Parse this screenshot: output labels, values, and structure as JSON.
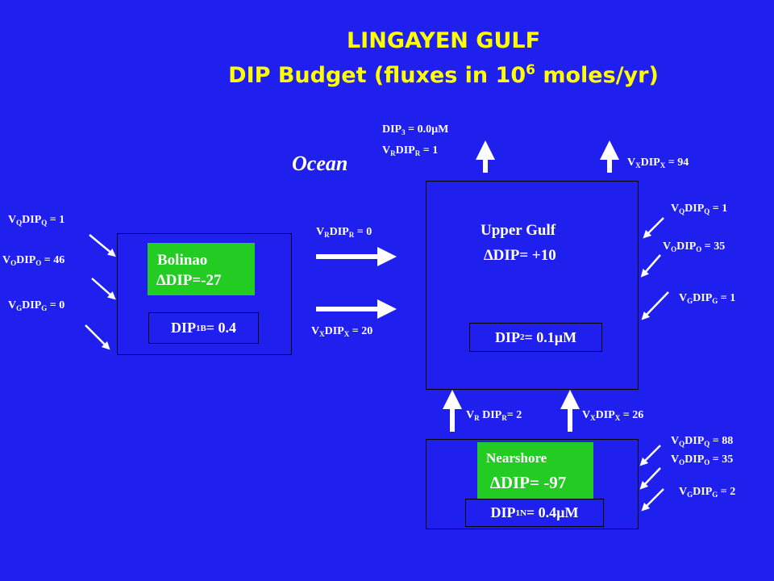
{
  "title": {
    "line1": "LINGAYEN GULF",
    "line2_prefix": "DIP Budget (fluxes in 10",
    "line2_sup": "6",
    "line2_suffix": " moles/yr)"
  },
  "ocean_label": "Ocean",
  "bolinao": {
    "name": "Bolinao",
    "delta": "∆DIP=-27",
    "dip_label": "DIP",
    "dip_sub": "1B",
    "dip_value": " = 0.4",
    "inputs": [
      {
        "v": "V",
        "vs": "Q",
        "d": "DIP",
        "ds": "Q",
        "val": " = 1"
      },
      {
        "v": "V",
        "vs": "O",
        "d": "DIP",
        "ds": "O",
        "val": " = 46"
      },
      {
        "v": "V",
        "vs": "G",
        "d": "DIP",
        "ds": "G",
        "val": " = 0"
      }
    ]
  },
  "exchange_bolinao": {
    "vr": {
      "v": "V",
      "vs": "R",
      "d": "DIP",
      "ds": "R",
      "val": " = 0"
    },
    "vx": {
      "v": "V",
      "vs": "X",
      "d": "DIP",
      "ds": "X",
      "val": " = 20"
    }
  },
  "upper_gulf": {
    "name": "Upper Gulf",
    "delta": "∆DIP= +10",
    "dip_label": "DIP",
    "dip_sub": "2",
    "dip_value": " = 0.1µM",
    "ocean_dip": {
      "d": "DIP",
      "ds": "3",
      "val": " = 0.0µM"
    },
    "out_r": {
      "v": "V",
      "vs": "R",
      "d": "DIP",
      "ds": "R",
      "val": " = 1"
    },
    "out_x": {
      "v": "V",
      "vs": "X",
      "d": "DIP",
      "ds": "X",
      "val": " = 94"
    },
    "inputs": [
      {
        "v": "V",
        "vs": "Q",
        "d": "DIP",
        "ds": "Q",
        "val": " = 1"
      },
      {
        "v": "V",
        "vs": "O",
        "d": "DIP",
        "ds": "O",
        "val": " = 35"
      },
      {
        "v": "V",
        "vs": "G",
        "d": "DIP",
        "ds": "G",
        "val": " = 1"
      }
    ]
  },
  "exchange_nearshore": {
    "vr": {
      "v": "V",
      "vs": "R",
      "d": " DIP",
      "ds": "R",
      "val": "= 2"
    },
    "vx": {
      "v": "V",
      "vs": "X",
      "d": "DIP",
      "ds": "X",
      "val": " = 26"
    }
  },
  "nearshore": {
    "name": "Nearshore",
    "delta": "∆DIP= -97",
    "dip_label": "DIP",
    "dip_sub": "1N",
    "dip_value": " = 0.4µM",
    "inputs": [
      {
        "v": "V",
        "vs": "Q",
        "d": "DIP",
        "ds": "Q",
        "val": " = 88"
      },
      {
        "v": "V",
        "vs": "O",
        "d": "DIP",
        "ds": "O",
        "val": " = 35"
      },
      {
        "v": "V",
        "vs": "G",
        "d": "DIP",
        "ds": "G",
        "val": " = 2"
      }
    ]
  },
  "colors": {
    "background": "#2020ee",
    "title": "#ffff00",
    "box_fill_green": "#22cc22",
    "arrow": "#ffffff"
  }
}
